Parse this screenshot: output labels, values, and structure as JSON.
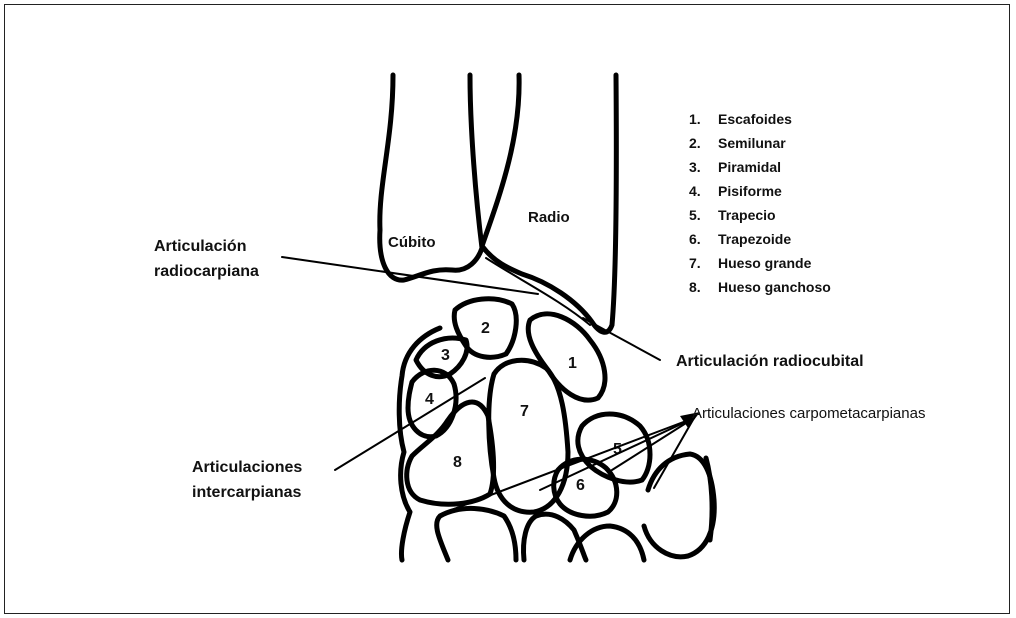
{
  "labels": {
    "cubito": "Cúbito",
    "radio": "Radio",
    "radiocarpiana_1": "Articulación",
    "radiocarpiana_2": "radiocarpiana",
    "radiocubital": "Articulación radiocubital",
    "intercarpianas_1": "Articulaciones",
    "intercarpianas_2": "intercarpianas",
    "carpometacarpianas": "Articulaciones carpometacarpianas"
  },
  "bone_numbers": [
    "1",
    "2",
    "3",
    "4",
    "5",
    "6",
    "7",
    "8"
  ],
  "legend": [
    {
      "num": "1.",
      "name": "Escafoides"
    },
    {
      "num": "2.",
      "name": "Semilunar"
    },
    {
      "num": "3.",
      "name": "Piramidal"
    },
    {
      "num": "4.",
      "name": "Pisiforme"
    },
    {
      "num": "5.",
      "name": "Trapecio"
    },
    {
      "num": "6.",
      "name": "Trapezoide"
    },
    {
      "num": "7.",
      "name": "Hueso grande"
    },
    {
      "num": "8.",
      "name": "Hueso ganchoso"
    }
  ]
}
